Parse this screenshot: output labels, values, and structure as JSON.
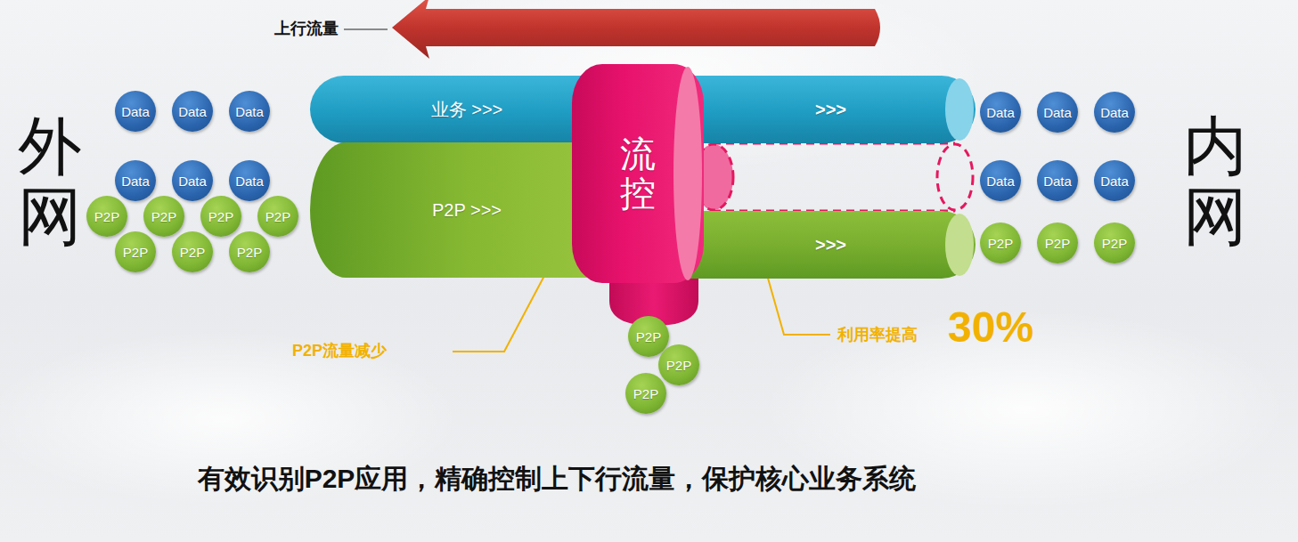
{
  "diagram": {
    "caption": "有效识别P2P应用，精确控制上下行流量，保护核心业务系统",
    "nodes": [
      {
        "text": [
          "业务 >>>"
        ]
      },
      {
        "text": [
          "P2P >>>"
        ]
      },
      {
        "text": [
          "流控"
        ]
      },
      {
        "text": [
          ">>>"
        ]
      },
      {
        "text": [
          ">>>"
        ]
      },
      {
        "text": [
          "Data"
        ]
      },
      {
        "text": [
          "Data"
        ]
      },
      {
        "text": [
          "Data"
        ]
      },
      {
        "text": [
          "Data"
        ]
      },
      {
        "text": [
          "Data"
        ]
      },
      {
        "text": [
          "Data"
        ]
      },
      {
        "text": [
          "P2P"
        ]
      },
      {
        "text": [
          "P2P"
        ]
      },
      {
        "text": [
          "P2P"
        ]
      },
      {
        "text": [
          "P2P"
        ]
      },
      {
        "text": [
          "P2P"
        ]
      },
      {
        "text": [
          "P2P"
        ]
      },
      {
        "text": [
          "P2P"
        ]
      },
      {
        "text": [
          "P2P"
        ]
      },
      {
        "text": [
          "P2P"
        ]
      },
      {
        "text": [
          "P2P"
        ]
      },
      {
        "text": [
          "Data"
        ]
      },
      {
        "text": [
          "Data"
        ]
      },
      {
        "text": [
          "Data"
        ]
      },
      {
        "text": [
          "Data"
        ]
      },
      {
        "text": [
          "Data"
        ]
      },
      {
        "text": [
          "Data"
        ]
      },
      {
        "text": [
          "P2P"
        ]
      },
      {
        "text": [
          "P2P"
        ]
      },
      {
        "text": [
          "P2P"
        ]
      }
    ],
    "labels": [
      "上行流量",
      "外网",
      "内网",
      "P2P流量减少",
      "利用率提高",
      "30%"
    ]
  }
}
